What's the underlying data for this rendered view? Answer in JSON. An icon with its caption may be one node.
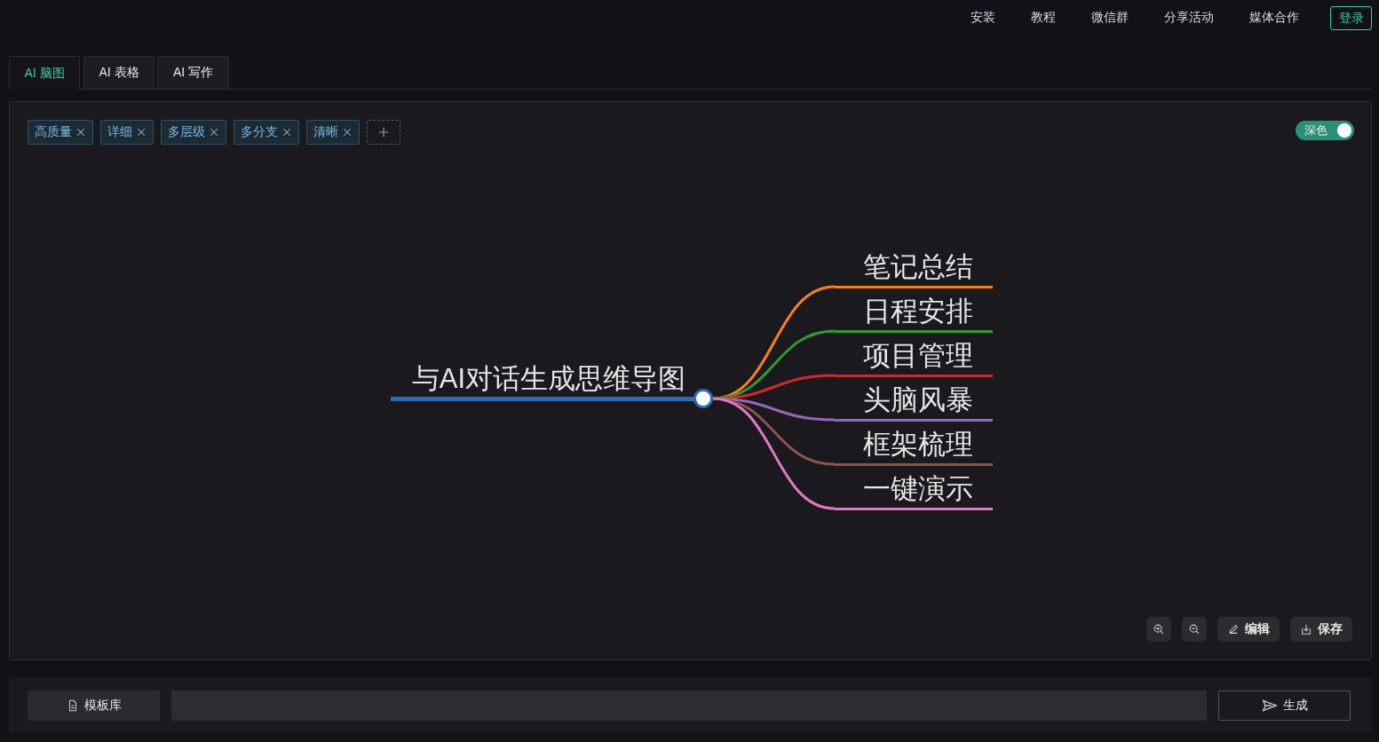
{
  "diagram": {
    "nodes": [
      {
        "text": [
          "与AI对话生成思维导图"
        ]
      },
      {
        "text": [],
        "shape": "circle"
      },
      {
        "text": [
          "笔记总结"
        ]
      },
      {
        "text": [
          "日程安排"
        ]
      },
      {
        "text": [
          "项目管理"
        ]
      },
      {
        "text": [
          "头脑风暴"
        ]
      },
      {
        "text": [
          "框架梳理"
        ]
      },
      {
        "text": [
          "一键演示"
        ]
      }
    ],
    "edges": [
      {
        "from": 1,
        "to": 2,
        "arrow": "none",
        "color": "#ff7f0e"
      },
      {
        "from": 1,
        "to": 3,
        "arrow": "none",
        "color": "#2ca02c"
      },
      {
        "from": 1,
        "to": 4,
        "arrow": "none",
        "color": "#d62728"
      },
      {
        "from": 1,
        "to": 5,
        "arrow": "none",
        "color": "#9467bd"
      },
      {
        "from": 1,
        "to": 6,
        "arrow": "none",
        "color": "#8c564b"
      },
      {
        "from": 1,
        "to": 7,
        "arrow": "none",
        "color": "#e377c2"
      }
    ],
    "labels": [
      "安装",
      "教程",
      "微信群",
      "分享活动",
      "媒体合作",
      "登录",
      "AI 脑图",
      "AI 表格",
      "AI 写作",
      "高质量",
      "详细",
      "多层级",
      "多分支",
      "清晰",
      "深色",
      "编辑",
      "保存",
      "模板库",
      "生成"
    ]
  }
}
